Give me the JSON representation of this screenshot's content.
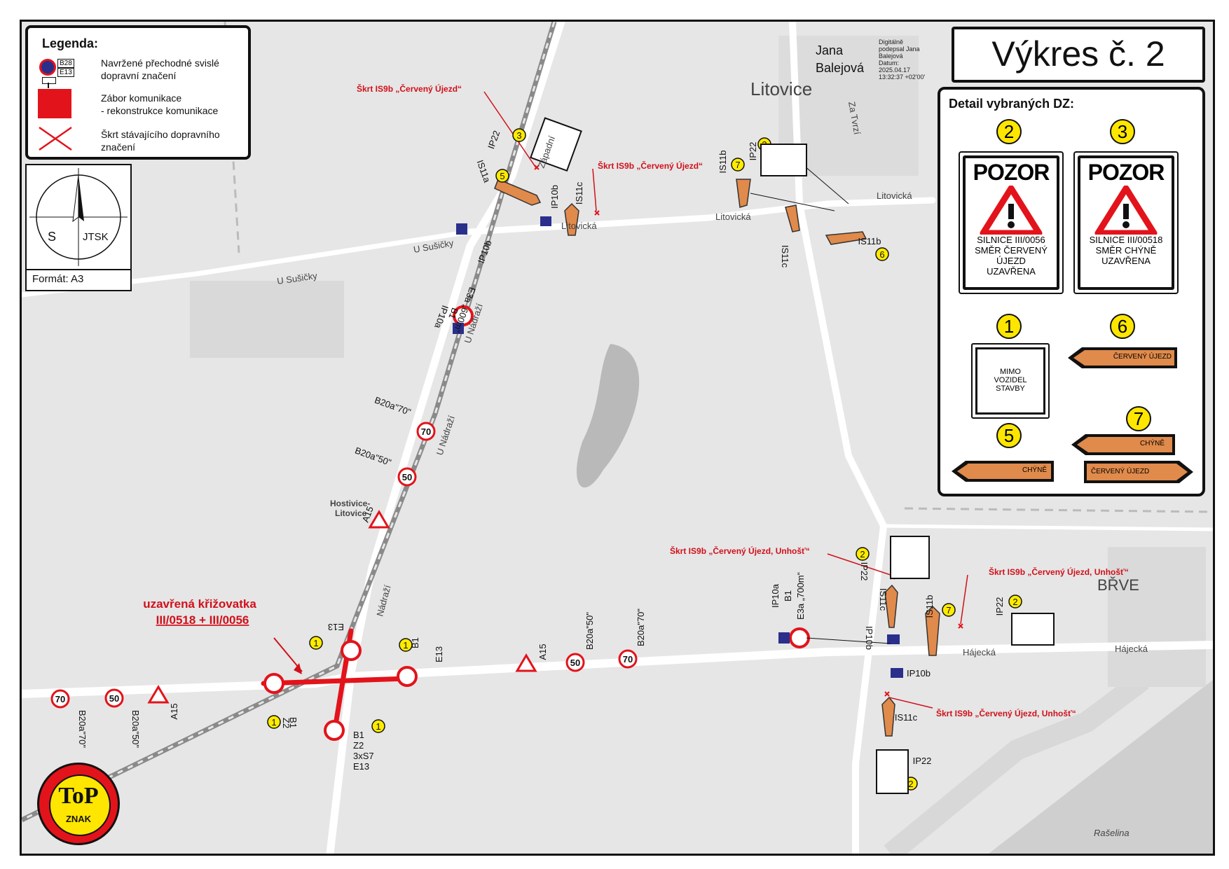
{
  "title": "Výkres č. 2",
  "signature": {
    "name": "Jana Balejová",
    "text_lines": [
      "Digitálně",
      "podepsal Jana",
      "Balejová",
      "Datum:",
      "2025.04.17",
      "13:32:37 +02'00'"
    ]
  },
  "legend": {
    "title": "Legenda:",
    "items": [
      {
        "icon": "sign-stack-icon",
        "code_top": "B28",
        "code_bottom": "E13",
        "text1": "Navržené přechodné svislé",
        "text2": "dopravní značení"
      },
      {
        "icon": "red-square-icon",
        "color": "#e3131b",
        "text1": "Zábor komunikace",
        "text2": "- rekonstrukce komunikace"
      },
      {
        "icon": "red-cross-icon",
        "color": "#e3131b",
        "text1": "Škrt stávajícího dopravního",
        "text2": "značení"
      }
    ]
  },
  "compass": {
    "north_label": "S",
    "system": "JTSK",
    "format": "Formát: A3"
  },
  "detail": {
    "title": "Detail vybraných DZ:",
    "signs": [
      {
        "num": "2",
        "header": "POZOR",
        "lines": [
          "SILNICE III/0056",
          "SMĚR ČERVENÝ",
          "ÚJEZD",
          "UZAVŘENA"
        ]
      },
      {
        "num": "3",
        "header": "POZOR",
        "lines": [
          "SILNICE III/00518",
          "SMĚR CHÝNĚ",
          "UZAVŘENA"
        ]
      },
      {
        "num": "1",
        "lines": [
          "MIMO",
          "VOZIDEL",
          "STAVBY"
        ]
      },
      {
        "num": "6",
        "arrow": "ČERVENÝ ÚJEZD"
      },
      {
        "num": "5",
        "arrow": "CHÝNĚ"
      },
      {
        "num": "7",
        "arrows": [
          "CHÝNĚ",
          "ČERVENÝ ÚJEZD"
        ]
      }
    ]
  },
  "places": {
    "litovice": "Litovice",
    "brve": "BŘVE",
    "hostivice": "Hostivice-",
    "hostivice2": "Litovice",
    "rasela": "Rašelina"
  },
  "streets": {
    "zapadni": "Západní",
    "za_tvrzi": "Za Tvrzí",
    "litovicka1": "Litovická",
    "litovicka2": "Litovická",
    "litovicka3": "Litovická",
    "u_susicky1": "U Sušičky",
    "u_susicky2": "U Sušičky",
    "u_nadrazi1": "U Nádraží",
    "u_nadrazi2": "Nádraží",
    "hajecka1": "Hájecká",
    "hajecka2": "Hájecká"
  },
  "closure": {
    "line1": "uzavřená křižovatka",
    "line2": "III/0518 + III/0056",
    "color": "#d0101a"
  },
  "strikes": [
    "Škrt IS9b „Červený Újezd“",
    "Škrt IS9b „Červený Újezd“",
    "Škrt IS9b „Červený Újezd, Unhošť“",
    "Škrt IS9b „Červený Újezd, Unhošť“",
    "Škrt IS9b „Červený Újezd, Unhošť“"
  ],
  "sign_labels": {
    "b20a70": "B20a\"70\"",
    "b20a50": "B20a\"50\"",
    "a15": "A15",
    "v70": "70",
    "v50": "50",
    "ip22": "IP22",
    "is11a": "IS11a",
    "is11b": "IS11b",
    "is11c": "IS11c",
    "ip10a": "IP10a",
    "ip10b": "IP10b",
    "b1": "B1",
    "z2": "Z2",
    "s7": "3xS7",
    "e13": "E13",
    "e3a600": "E3a „600m“",
    "e3a700": "E3a „700m“",
    "n1": "1",
    "n2": "2",
    "n3": "3",
    "n5": "5",
    "n6": "6",
    "n7": "7"
  },
  "logo": {
    "line1": "ToP",
    "line2": "ZNAK"
  }
}
